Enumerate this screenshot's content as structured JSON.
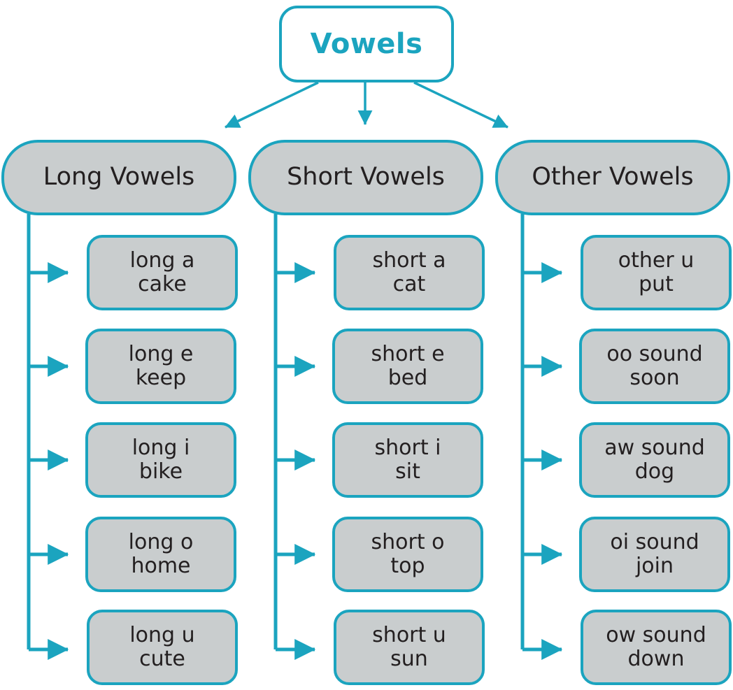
{
  "diagram": {
    "title": "Vowels",
    "type": "tree-flowchart",
    "colors": {
      "accent": "#1ba4bf",
      "node_fill": "#c9cdce",
      "root_fill": "#ffffff",
      "text": "#231f20",
      "background": "#ffffff"
    },
    "root": {
      "label": "Vowels"
    },
    "branches": [
      {
        "id": "long-vowels",
        "label": "Long Vowels",
        "leaves": [
          {
            "line1": "long a",
            "line2": "cake"
          },
          {
            "line1": "long e",
            "line2": "keep"
          },
          {
            "line1": "long i",
            "line2": "bike"
          },
          {
            "line1": "long o",
            "line2": "home"
          },
          {
            "line1": "long u",
            "line2": "cute"
          }
        ]
      },
      {
        "id": "short-vowels",
        "label": "Short Vowels",
        "leaves": [
          {
            "line1": "short a",
            "line2": "cat"
          },
          {
            "line1": "short e",
            "line2": "bed"
          },
          {
            "line1": "short i",
            "line2": "sit"
          },
          {
            "line1": "short o",
            "line2": "top"
          },
          {
            "line1": "short u",
            "line2": "sun"
          }
        ]
      },
      {
        "id": "other-vowels",
        "label": "Other Vowels",
        "leaves": [
          {
            "line1": "other u",
            "line2": "put"
          },
          {
            "line1": "oo sound",
            "line2": "soon"
          },
          {
            "line1": "aw sound",
            "line2": "dog"
          },
          {
            "line1": "oi sound",
            "line2": "join"
          },
          {
            "line1": "ow sound",
            "line2": "down"
          }
        ]
      }
    ]
  }
}
